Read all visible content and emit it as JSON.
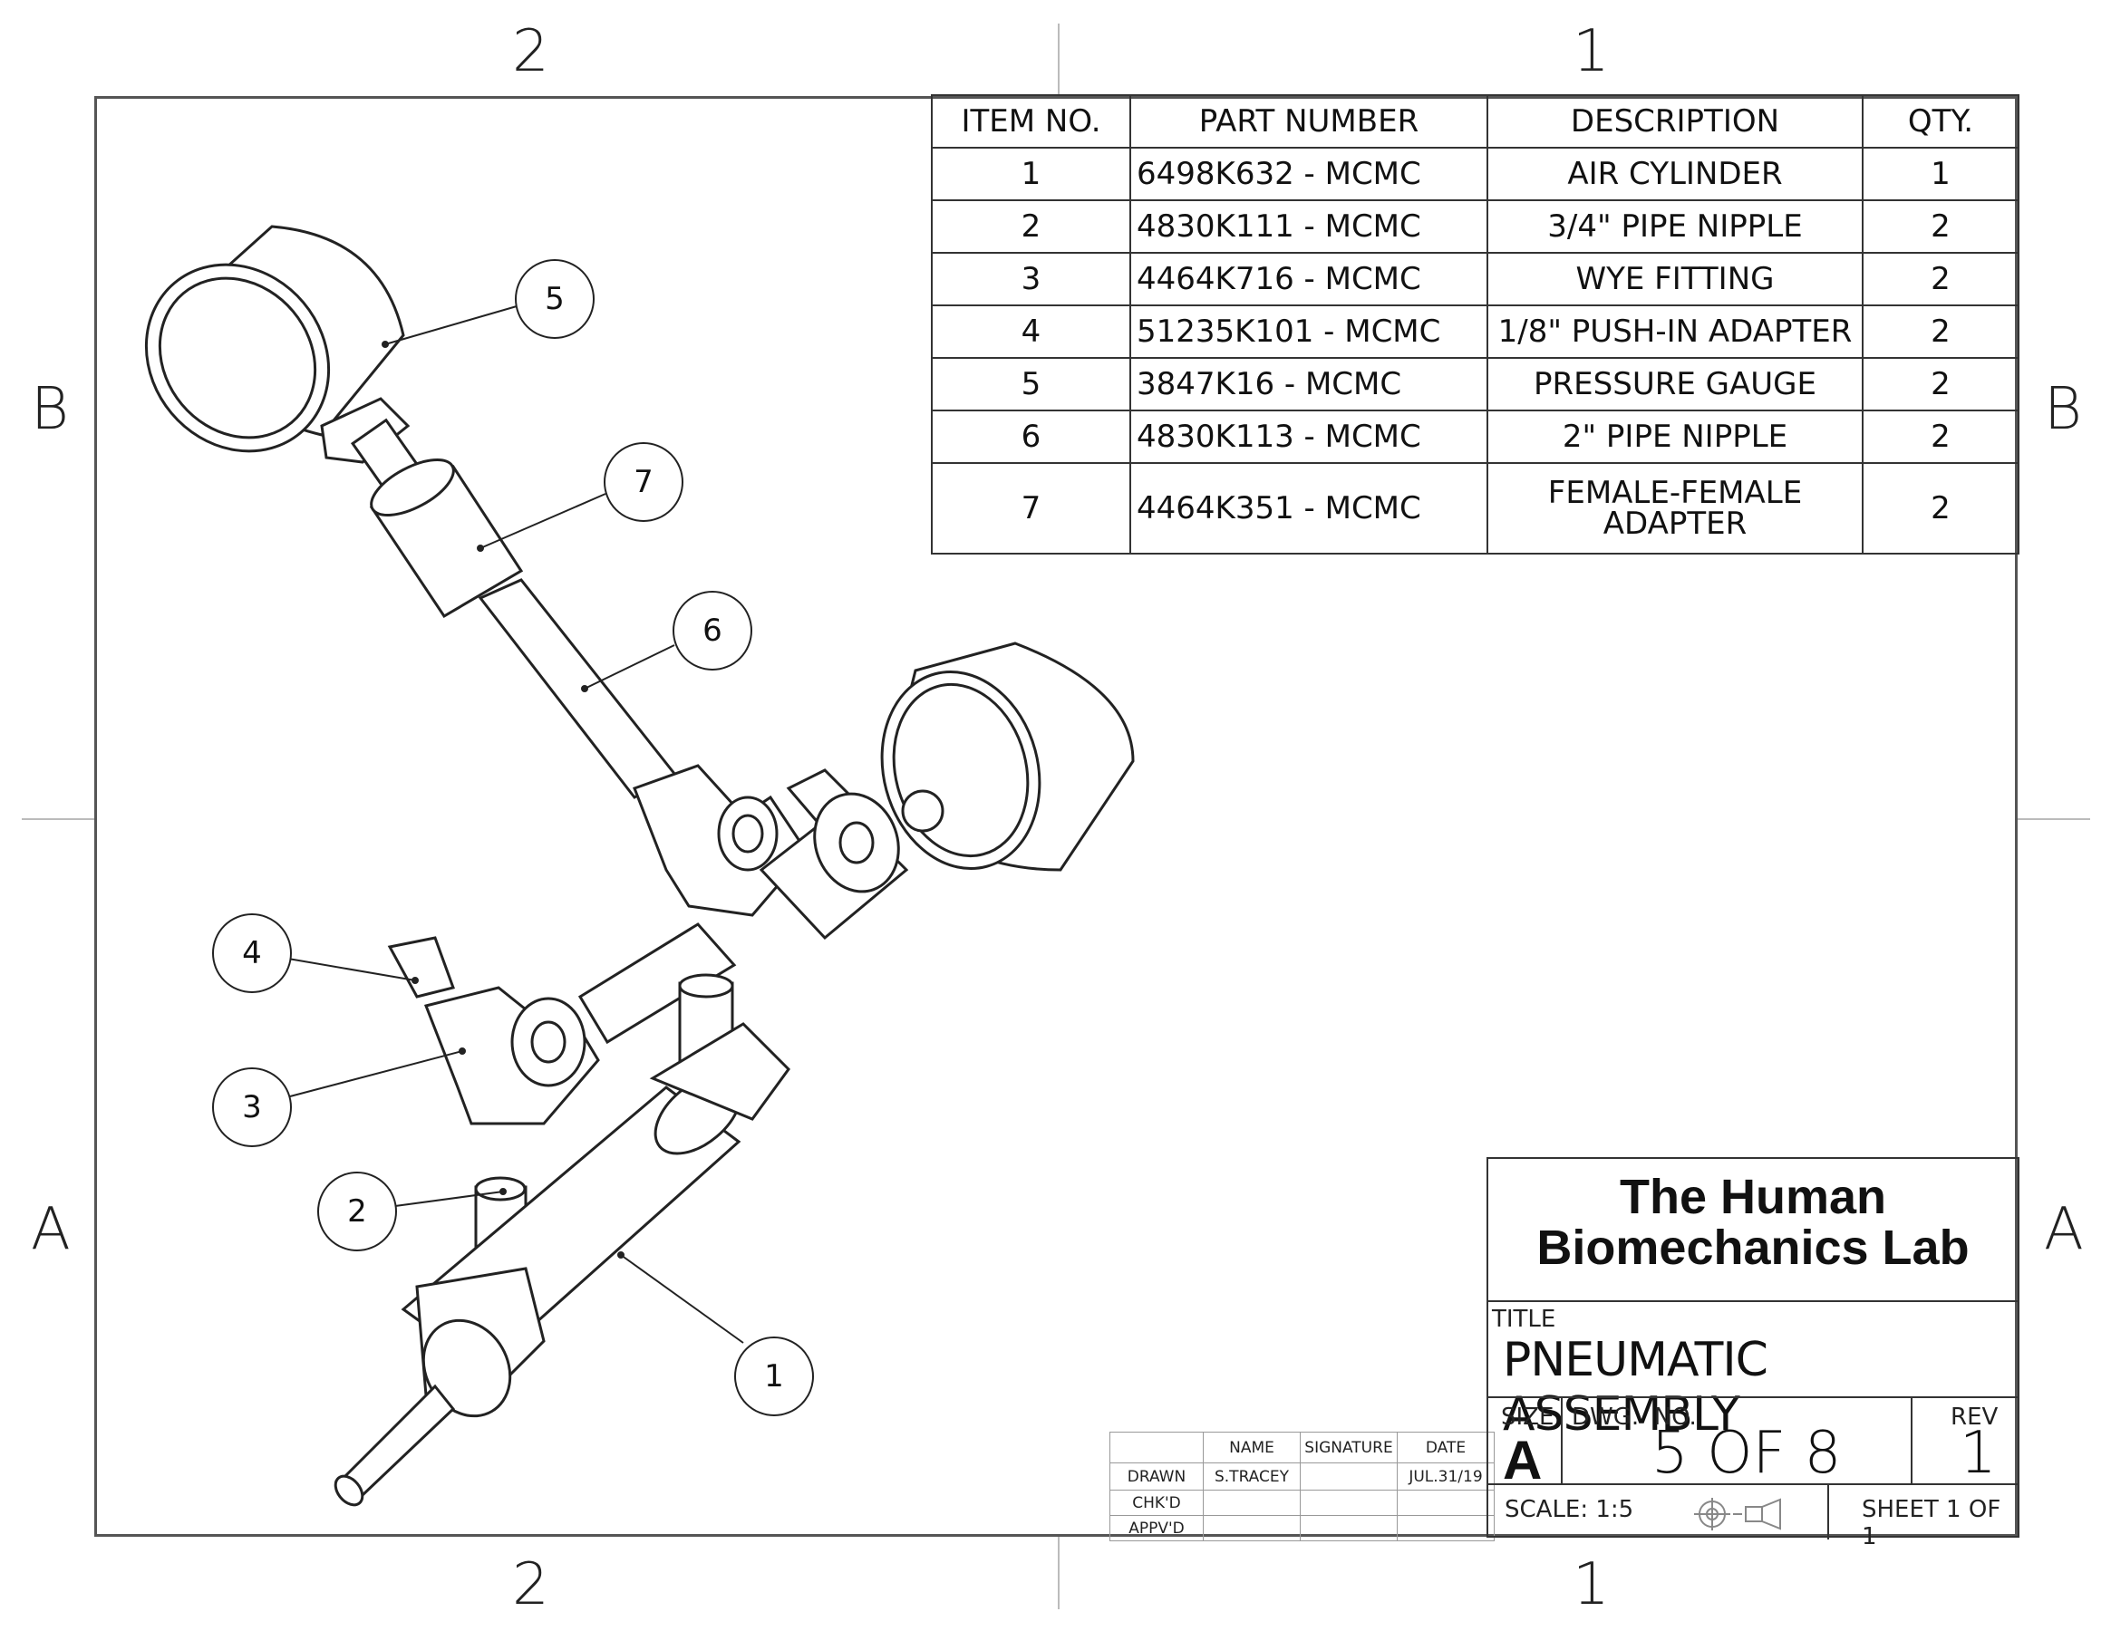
{
  "zones": {
    "top_left": "2",
    "top_right": "1",
    "bottom_left": "2",
    "bottom_right": "1",
    "left_upper": "B",
    "left_lower": "A",
    "right_upper": "B",
    "right_lower": "A"
  },
  "bom": {
    "headers": [
      "ITEM NO.",
      "PART NUMBER",
      "DESCRIPTION",
      "QTY."
    ],
    "rows": [
      {
        "item": "1",
        "part": "6498K632 - MCMC",
        "desc": "AIR CYLINDER",
        "qty": "1"
      },
      {
        "item": "2",
        "part": "4830K111 - MCMC",
        "desc": "3/4\" PIPE NIPPLE",
        "qty": "2"
      },
      {
        "item": "3",
        "part": "4464K716 - MCMC",
        "desc": "WYE FITTING",
        "qty": "2"
      },
      {
        "item": "4",
        "part": "51235K101 - MCMC",
        "desc": "1/8\" PUSH-IN ADAPTER",
        "qty": "2"
      },
      {
        "item": "5",
        "part": "3847K16 - MCMC",
        "desc": "PRESSURE GAUGE",
        "qty": "2"
      },
      {
        "item": "6",
        "part": "4830K113 - MCMC",
        "desc": "2\" PIPE NIPPLE",
        "qty": "2"
      },
      {
        "item": "7",
        "part": "4464K351 - MCMC",
        "desc_line1": "FEMALE-FEMALE",
        "desc_line2": "ADAPTER",
        "qty": "2"
      }
    ]
  },
  "balloons": [
    "1",
    "2",
    "3",
    "4",
    "5",
    "6",
    "7"
  ],
  "title_block": {
    "company_line1": "The Human",
    "company_line2": "Biomechanics Lab",
    "title_label": "TITLE",
    "title": "PNEUMATIC ASSEMBLY",
    "size_label": "SIZE",
    "size": "A",
    "dwg_label": "DWG.  NO.",
    "dwg_no": "5 OF 8",
    "rev_label": "REV",
    "rev": "1",
    "scale": "SCALE: 1:5",
    "sheet": "SHEET 1 OF 1"
  },
  "sign_block": {
    "headers": [
      "NAME",
      "SIGNATURE",
      "DATE"
    ],
    "rows": [
      {
        "label": "DRAWN",
        "name": "S.TRACEY",
        "signature": "",
        "date": "JUL.31/19"
      },
      {
        "label": "CHK'D",
        "name": "",
        "signature": "",
        "date": ""
      },
      {
        "label": "APPV'D",
        "name": "",
        "signature": "",
        "date": ""
      }
    ]
  }
}
